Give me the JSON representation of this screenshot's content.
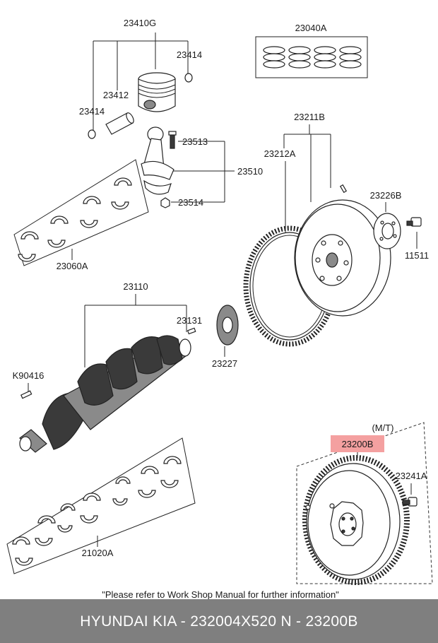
{
  "labels": {
    "piston_assy": "23410G",
    "piston_ring_set": "23040A",
    "snap_ring_right": "23414",
    "piston_pin": "23412",
    "snap_ring_left": "23414",
    "rod_bolt": "23513",
    "connecting_rod": "23510",
    "rod_nut": "23514",
    "rod_bearing_set": "23060A",
    "flywheel_assy": "23211B",
    "ring_gear": "23212A",
    "flywheel_reinforcement": "23226B",
    "flywheel_bolt": "11511",
    "crankshaft": "23110",
    "crank_pin": "23131",
    "crank_sprocket": "23227",
    "woodruff_key": "K90416",
    "main_bearing_set": "21020A",
    "transmission_type": "(M/T)",
    "dual_mass_flywheel": "23200B",
    "dmf_bolt": "23241A"
  },
  "note": "\"Please refer to Work Shop Manual for further information\"",
  "footer": {
    "text": "HYUNDAI  KIA - 232004X520     N - 23200B"
  },
  "colors": {
    "highlight": "#f4a0a0",
    "footer_bg": "#7f7f7f",
    "footer_text": "#ffffff"
  }
}
